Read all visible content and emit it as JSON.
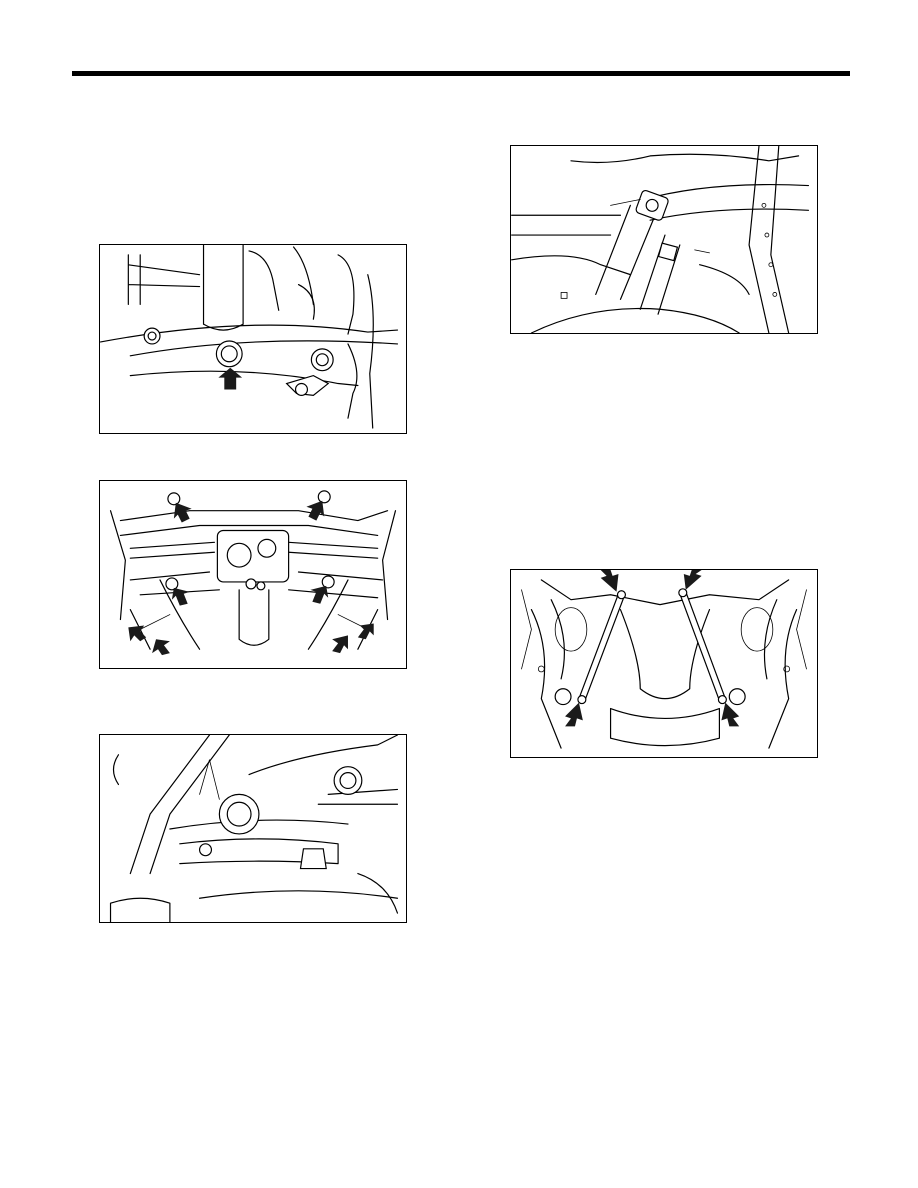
{
  "figures": [
    {
      "id": "fig1",
      "icon": "crossmember-bolt-illustration",
      "arrows": 1
    },
    {
      "id": "fig2",
      "icon": "rear-subframe-illustration",
      "arrows": 8
    },
    {
      "id": "fig3",
      "icon": "differential-mount-illustration",
      "arrows": 0
    },
    {
      "id": "fig4",
      "icon": "exhaust-hanger-illustration",
      "arrows": 0
    },
    {
      "id": "fig5",
      "icon": "underbody-brace-illustration",
      "arrows": 4
    }
  ],
  "colors": {
    "line": "#000000",
    "arrow": "#1a1a1a",
    "background": "#ffffff"
  }
}
